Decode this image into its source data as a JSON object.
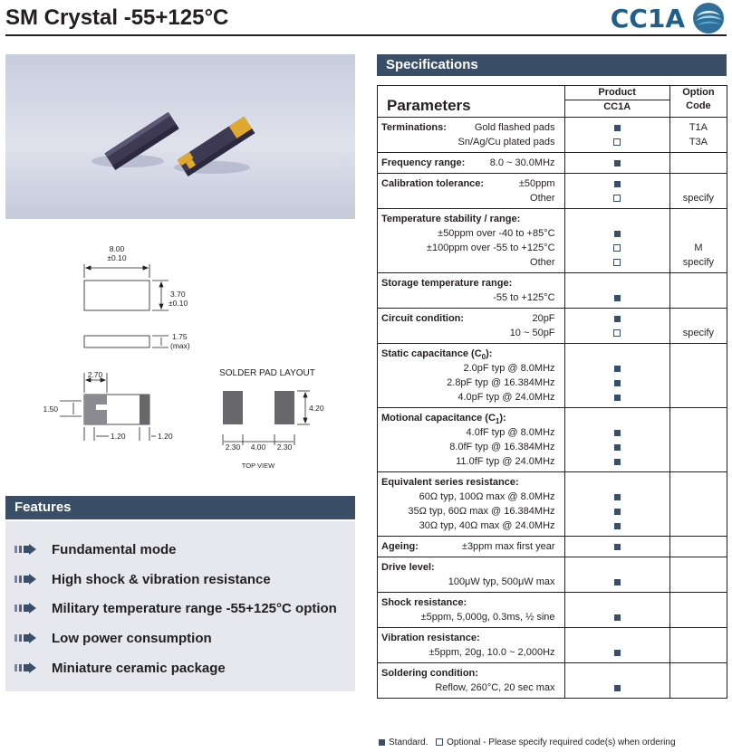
{
  "header": {
    "title": "SM Crystal -55+125°C",
    "product_code": "CC1A",
    "logo_icon": "company-logo-icon"
  },
  "drawing": {
    "length": "8.00",
    "length_tol": "±0.10",
    "width": "3.70",
    "width_tol": "±0.10",
    "height": "1.75",
    "height_note": "(max)",
    "pad_length": "2.70",
    "pad_height": "1.50",
    "pad_offset_left": "1.20",
    "pad_offset_right": "1.20",
    "solder_title": "SOLDER PAD LAYOUT",
    "solder_height": "4.20",
    "solder_pad_left": "2.30",
    "solder_gap": "4.00",
    "solder_pad_right": "2.30",
    "view_label": "TOP VIEW"
  },
  "features": {
    "heading": "Features",
    "items": [
      "Fundamental mode",
      "High shock & vibration resistance",
      "Military temperature range -55+125°C option",
      "Low power consumption",
      "Miniature ceramic package"
    ]
  },
  "specs": {
    "heading": "Specifications",
    "col_parameters": "Parameters",
    "col_product": "Product",
    "col_product_code": "CC1A",
    "col_option_line1": "Option",
    "col_option_line2": "Code",
    "rows": [
      {
        "lines": [
          {
            "label": "Terminations:",
            "text": "Gold flashed pads",
            "mark": "std",
            "opt": "T1A"
          },
          {
            "text": "Sn/Ag/Cu plated pads",
            "mark": "opt",
            "opt": "T3A"
          }
        ]
      },
      {
        "lines": [
          {
            "label": "Frequency range:",
            "text": "8.0 ~ 30.0MHz",
            "mark": "std",
            "opt": ""
          }
        ]
      },
      {
        "lines": [
          {
            "label": "Calibration tolerance:",
            "text": "±50ppm",
            "mark": "std",
            "opt": ""
          },
          {
            "text": "Other",
            "mark": "opt",
            "opt": "specify"
          }
        ]
      },
      {
        "lines": [
          {
            "label": "Temperature stability / range:",
            "head": true
          },
          {
            "text": "±50ppm over -40 to +85°C",
            "mark": "std",
            "opt": ""
          },
          {
            "text": "±100ppm over -55 to +125°C",
            "mark": "opt",
            "opt": "M"
          },
          {
            "text": "Other",
            "mark": "opt",
            "opt": "specify"
          }
        ]
      },
      {
        "lines": [
          {
            "label": "Storage temperature range:",
            "head": true
          },
          {
            "text": "-55 to +125°C",
            "mark": "std",
            "opt": ""
          }
        ]
      },
      {
        "lines": [
          {
            "label": "Circuit condition:",
            "text": "20pF",
            "mark": "std",
            "opt": ""
          },
          {
            "text": "10 ~ 50pF",
            "mark": "opt",
            "opt": "specify"
          }
        ]
      },
      {
        "lines": [
          {
            "label": "Static capacitance (C",
            "sub": "0",
            "label_end": "):",
            "head": true
          },
          {
            "text": "2.0pF typ @ 8.0MHz",
            "mark": "std",
            "opt": ""
          },
          {
            "text": "2.8pF typ @ 16.384MHz",
            "mark": "std",
            "opt": ""
          },
          {
            "text": "4.0pF typ @ 24.0MHz",
            "mark": "std",
            "opt": ""
          }
        ]
      },
      {
        "lines": [
          {
            "label": "Motional capacitance (C",
            "sub": "1",
            "label_end": "):",
            "head": true
          },
          {
            "text": "4.0fF typ @ 8.0MHz",
            "mark": "std",
            "opt": ""
          },
          {
            "text": "8.0fF typ @ 16.384MHz",
            "mark": "std",
            "opt": ""
          },
          {
            "text": "11.0fF typ @ 24.0MHz",
            "mark": "std",
            "opt": ""
          }
        ]
      },
      {
        "lines": [
          {
            "label": "Equivalent series resistance:",
            "head": true
          },
          {
            "text": "60Ω typ, 100Ω max @ 8.0MHz",
            "mark": "std",
            "opt": ""
          },
          {
            "text": "35Ω typ, 60Ω max @ 16.384MHz",
            "mark": "std",
            "opt": ""
          },
          {
            "text": "30Ω typ, 40Ω max @ 24.0MHz",
            "mark": "std",
            "opt": ""
          }
        ]
      },
      {
        "lines": [
          {
            "label": "Ageing:",
            "text": "±3ppm max first year",
            "mark": "std",
            "opt": ""
          }
        ]
      },
      {
        "lines": [
          {
            "label": "Drive level:",
            "head": true
          },
          {
            "text": "100μW typ, 500μW max",
            "mark": "std",
            "opt": ""
          }
        ]
      },
      {
        "lines": [
          {
            "label": "Shock resistance:",
            "head": true
          },
          {
            "text": "±5ppm, 5,000g, 0.3ms, ½ sine",
            "mark": "std",
            "opt": ""
          }
        ]
      },
      {
        "lines": [
          {
            "label": "Vibration resistance:",
            "head": true
          },
          {
            "text": "±5ppm, 20g, 10.0 ~ 2,000Hz",
            "mark": "std",
            "opt": ""
          }
        ]
      },
      {
        "lines": [
          {
            "label": "Soldering condition:",
            "head": true
          },
          {
            "text": "Reflow, 260°C, 20 sec max",
            "mark": "std",
            "opt": ""
          }
        ]
      }
    ]
  },
  "legend": {
    "standard": "Standard.",
    "optional": "Optional - Please specify required code(s) when ordering"
  },
  "colors": {
    "accent": "#3a4e68",
    "code_blue": "#1f5f8a",
    "feature_bg": "#e6e8ed"
  }
}
